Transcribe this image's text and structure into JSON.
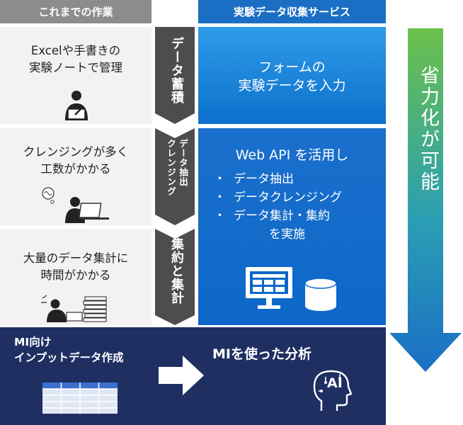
{
  "header": {
    "left": "これまでの作業",
    "right": "実験データ収集サービス"
  },
  "left_items": [
    {
      "line1": "Excelや手書きの",
      "line2": "実験ノートで管理"
    },
    {
      "line1": "クレンジングが多く",
      "line2": "工数がかかる"
    },
    {
      "line1": "大量のデータ集計に",
      "line2": "時間がかかる"
    }
  ],
  "middle_steps": [
    {
      "label": "データ蓄積"
    },
    {
      "label_col1": "データ抽出",
      "label_col2": "クレンジング"
    },
    {
      "label": "集約と集計"
    }
  ],
  "service": {
    "input_line1": "フォームの",
    "input_line2": "実験データを入力",
    "api_title": "Web API を活用し",
    "api_bullets": [
      "データ抽出",
      "データクレンジング",
      "データ集計・集約"
    ],
    "api_last_line": "を実施"
  },
  "bottom": {
    "left_line1": "MI向け",
    "left_line2": "インプットデータ作成",
    "right_title": "MIを使った分析",
    "ai_badge": "AI"
  },
  "side_arrow": {
    "label": "省力化が可能"
  },
  "colors": {
    "header_gray": "#8c8c8c",
    "header_blue": "#1a6fc4",
    "navy": "#1f2f62",
    "arrow_dark": "#4d4d4d",
    "gradient_top": "#6cc04a",
    "gradient_bottom": "#1a6fc4"
  },
  "icons": [
    "person-writing-icon",
    "thinking-person-laptop-icon",
    "person-with-papers-icon",
    "monitor-icon",
    "database-icon",
    "arrow-right-icon",
    "table-icon",
    "ai-head-icon"
  ]
}
